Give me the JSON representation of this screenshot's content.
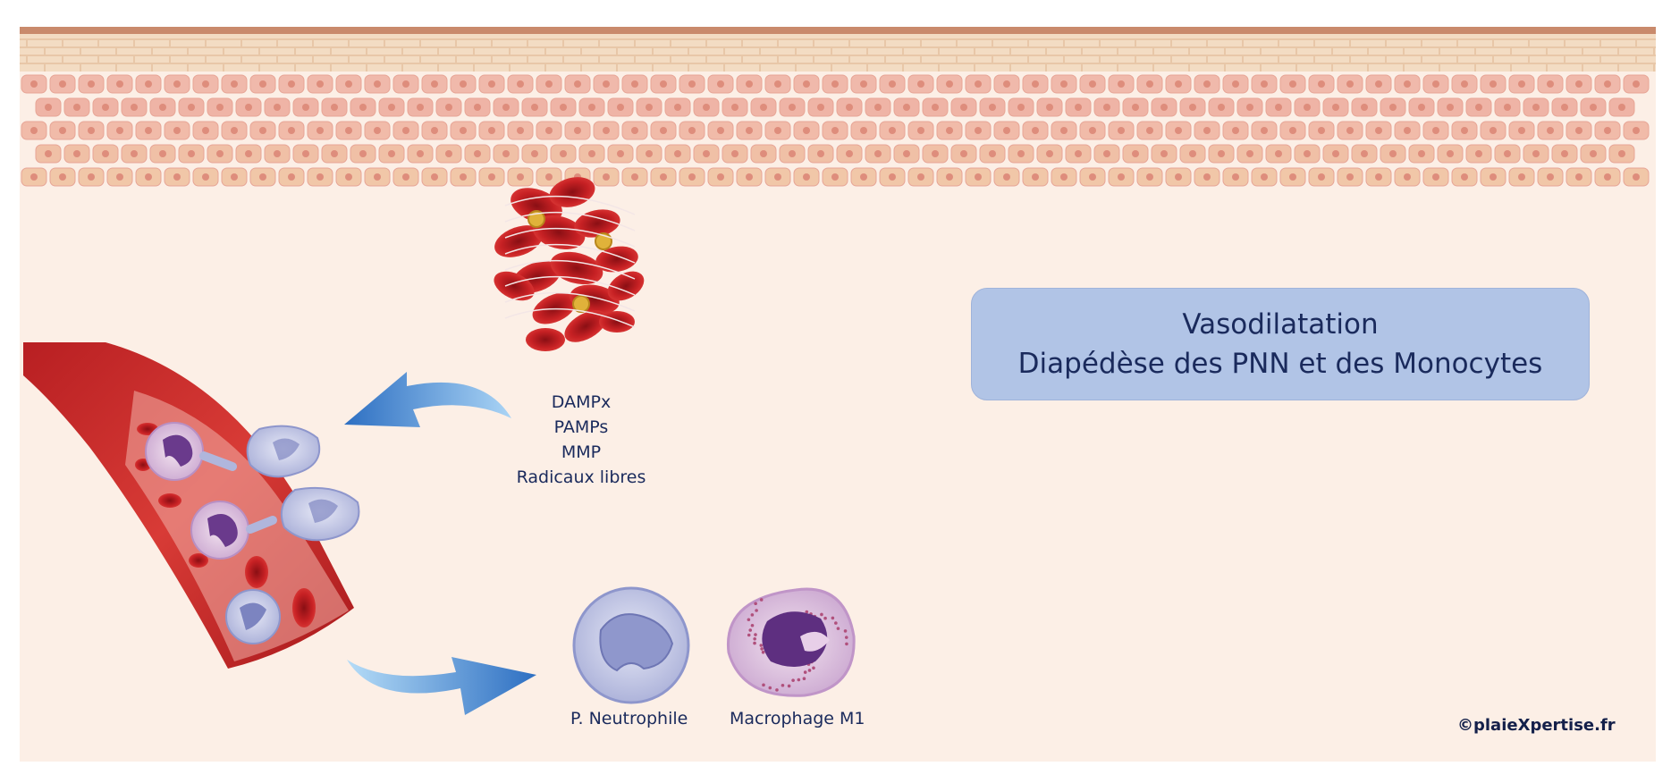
{
  "title": {
    "line1": "Vasodilatation",
    "line2": "Diapédèse des PNN et des Monocytes"
  },
  "mediators": [
    "DAMPx",
    "PAMPs",
    "MMP",
    "Radicaux libres"
  ],
  "cells": {
    "neutrophil_label": "P. Neutrophile",
    "macrophage_label": "Macrophage M1"
  },
  "copyright": "©plaieXpertise.fr",
  "colors": {
    "background": "#fcefe6",
    "title_box": "#b1c4e6",
    "text": "#1a2a5c",
    "vessel": "#c42a2a",
    "arrow": "#4a8ed6"
  }
}
